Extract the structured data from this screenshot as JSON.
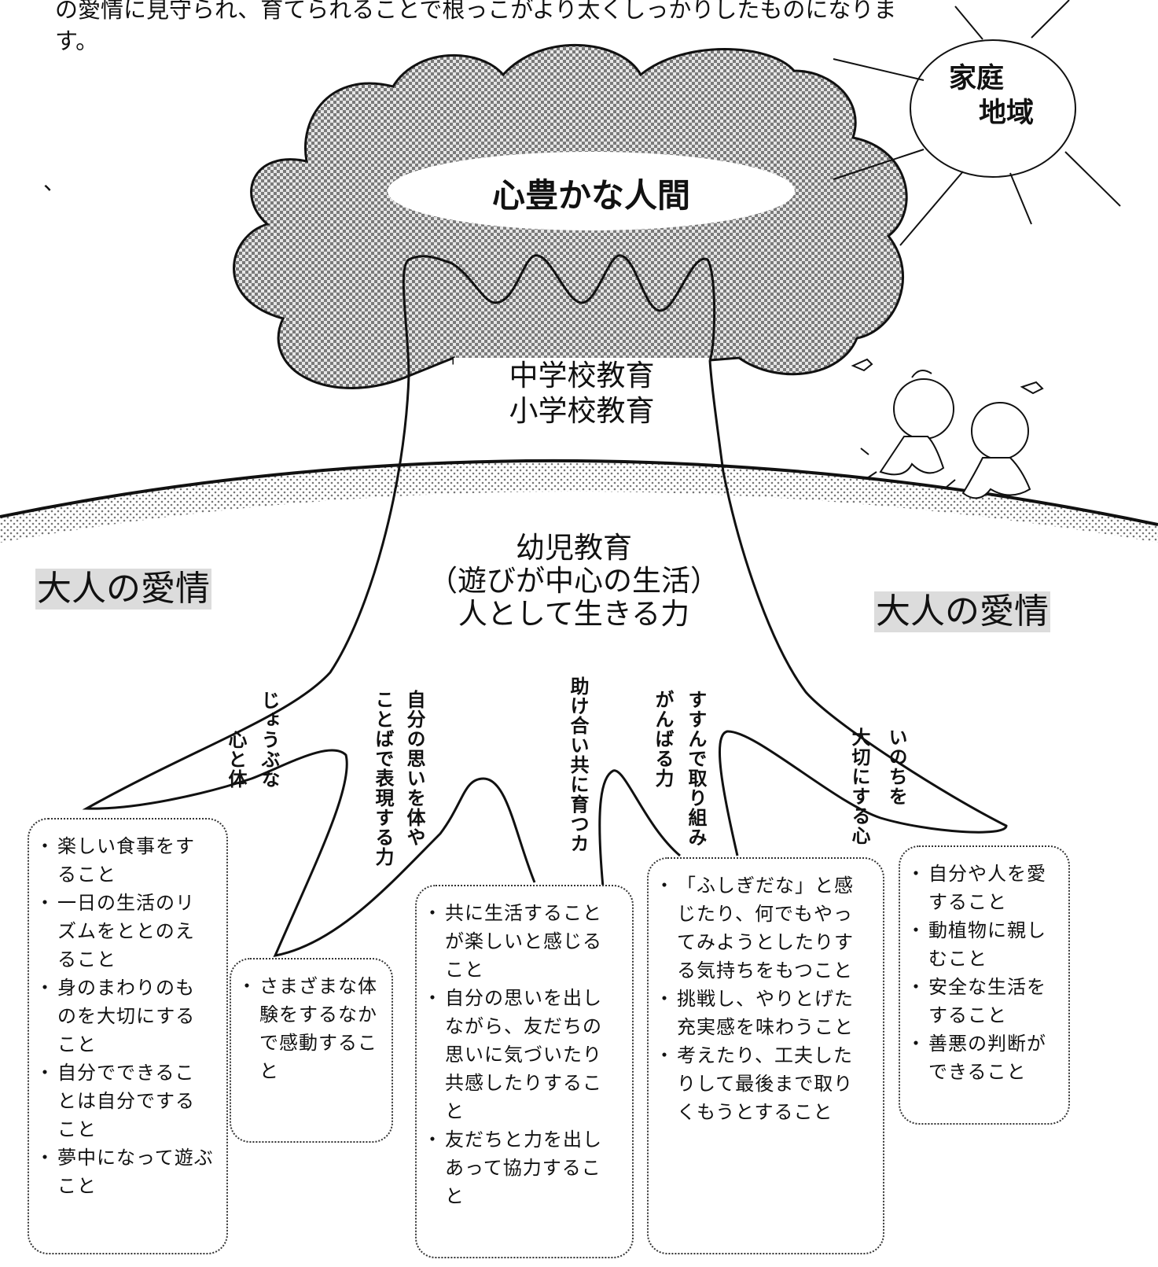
{
  "intro_text": "の愛情に見守られ、育てられることで根っこがより太くしっかりしたものになります。",
  "stray_mark": "、",
  "sun": {
    "line1": "家庭",
    "line2": "地域"
  },
  "crown_title": "心豊かな人間",
  "trunk": {
    "line1": "中学校教育",
    "line2": "小学校教育"
  },
  "roots_center": {
    "line1": "幼児教育",
    "line2": "（遊びが中心の生活）",
    "line3": "人として生きる力"
  },
  "adult_love_left": "大人の愛情",
  "adult_love_right": "大人の愛情",
  "root_labels": {
    "sturdy_line1": "じょうぶな",
    "sturdy_line2": "心と体",
    "express_line1": "自分の思いを体や",
    "express_line2": "ことばで表現する力",
    "cooperate": "助け合い共に育つカ",
    "effort_line1": "すすんで取り組み",
    "effort_line2": "がんばる力",
    "life_line1": "いのちを",
    "life_line2": "大切にする心"
  },
  "boxes": {
    "box1": [
      "楽しい食事をすること",
      "一日の生活のリズムをととのえること",
      "身のまわりのものを大切にすること",
      "自分でできることは自分ですること",
      "夢中になって遊ぶこと"
    ],
    "box2": [
      "さまざまな体験をするなかで感動すること"
    ],
    "box3": [
      "共に生活することが楽しいと感じること",
      "自分の思いを出しながら、友だちの思いに気づいたり共感したりすること",
      "友だちと力を出しあって協力すること"
    ],
    "box4": [
      "「ふしぎだな」と感じたり、何でもやってみようとしたりする気持ちをもつこと",
      "挑戦し、やりとげた充実感を味わうこと",
      "考えたり、工夫したりして最後まで取りくもうとすること"
    ],
    "box5": [
      "自分や人を愛すること",
      "動植物に親しむこと",
      "安全な生活をすること",
      "善悪の判断ができること"
    ]
  }
}
